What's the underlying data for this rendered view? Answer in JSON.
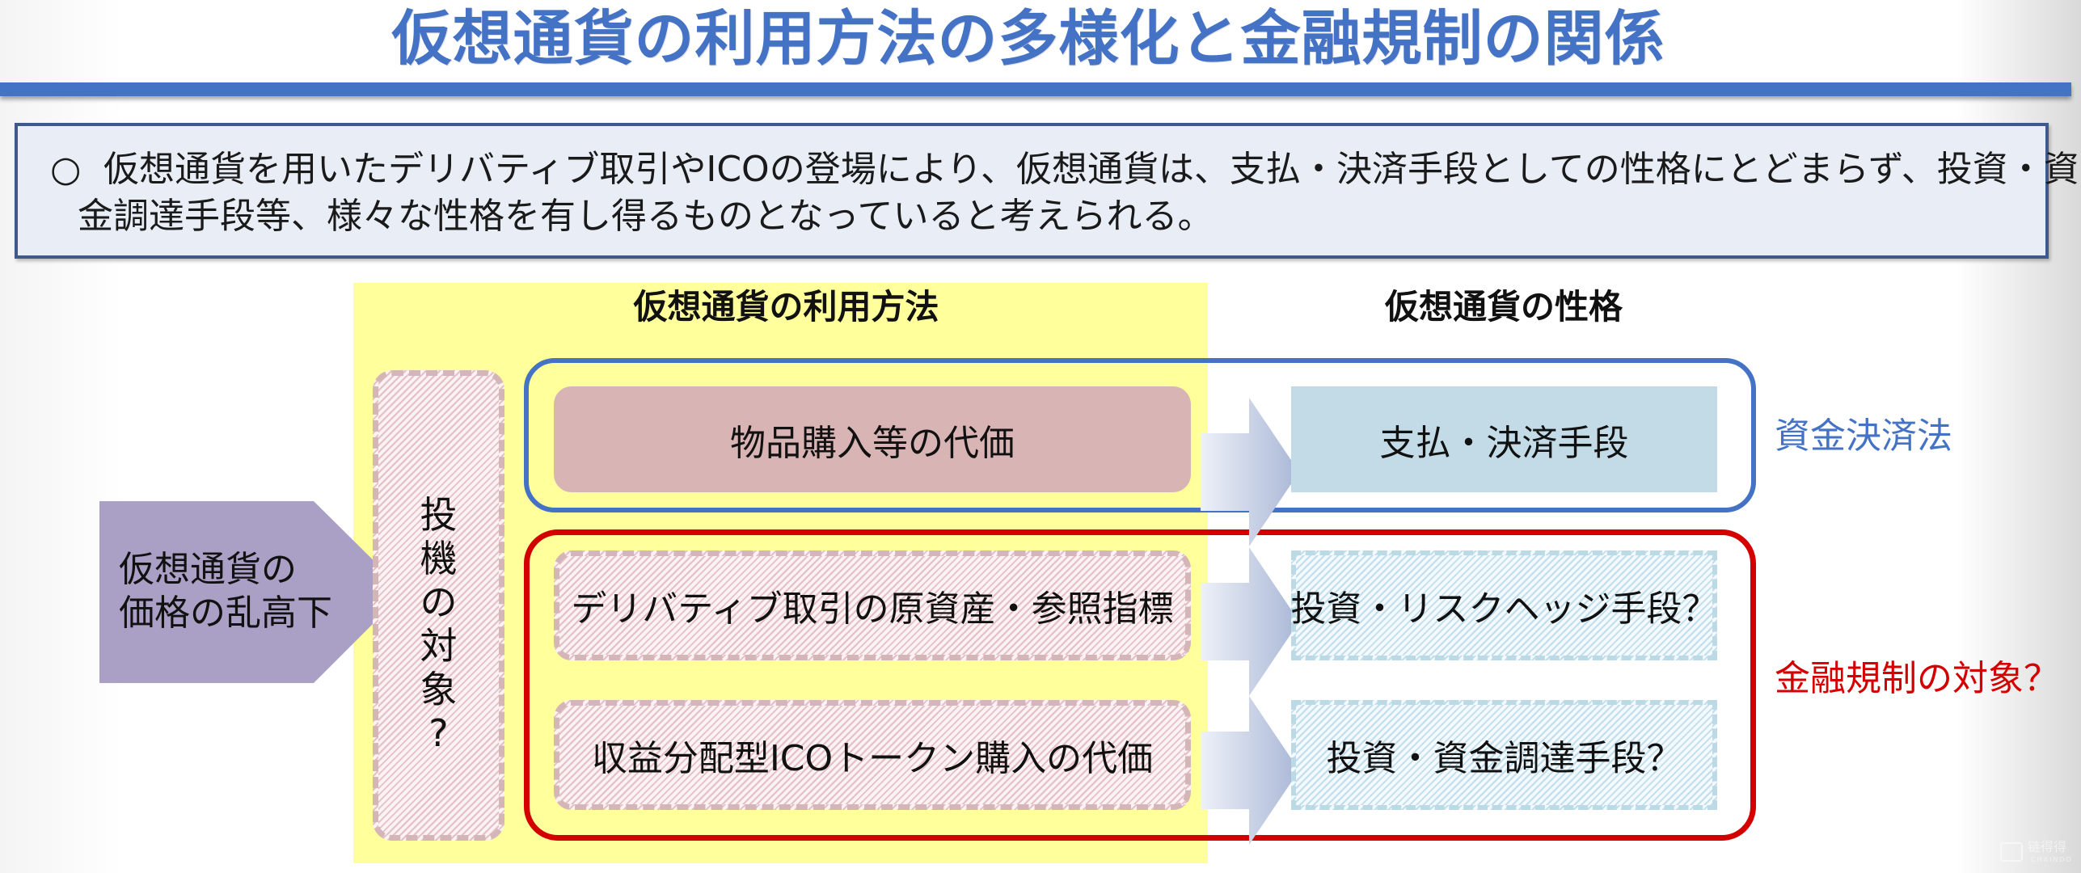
{
  "slide": {
    "title": "仮想通貨の利用方法の多様化と金融規制の関係",
    "intro": {
      "bullet": "○",
      "line1": "仮想通貨を用いたデリバティブ取引やICOの登場により、仮想通貨は、支払・決済手段としての性格にとどまらず、投資・資",
      "line2": "金調達手段等、様々な性格を有し得るものとなっていると考えられる。"
    },
    "colors": {
      "accent_blue": "#4472c4",
      "accent_red": "#d40000",
      "highlight_yellow": "#ffff9b",
      "purple": "#aa9fc4"
    }
  },
  "diagram": {
    "headers": {
      "usage": "仮想通貨の利用方法",
      "nature": "仮想通貨の性格"
    },
    "source": {
      "line1": "仮想通貨の",
      "line2": "価格の乱高下"
    },
    "speculation": {
      "chars": [
        "投",
        "機",
        "の",
        "対",
        "象",
        "?"
      ]
    },
    "rows": [
      {
        "usage": "物品購入等の代価",
        "nature": "支払・決済手段"
      },
      {
        "usage": "デリバティブ取引の原資産・参照指標",
        "nature": "投資・リスクヘッジ手段？"
      },
      {
        "usage": "収益分配型ICOトークン購入の代価",
        "nature": "投資・資金調達手段？"
      }
    ],
    "labels": {
      "payment_law": "資金決済法",
      "financial_regulation": "金融規制の対象？"
    }
  },
  "watermark": {
    "cn": "链得得",
    "en": "CHAINDD"
  }
}
